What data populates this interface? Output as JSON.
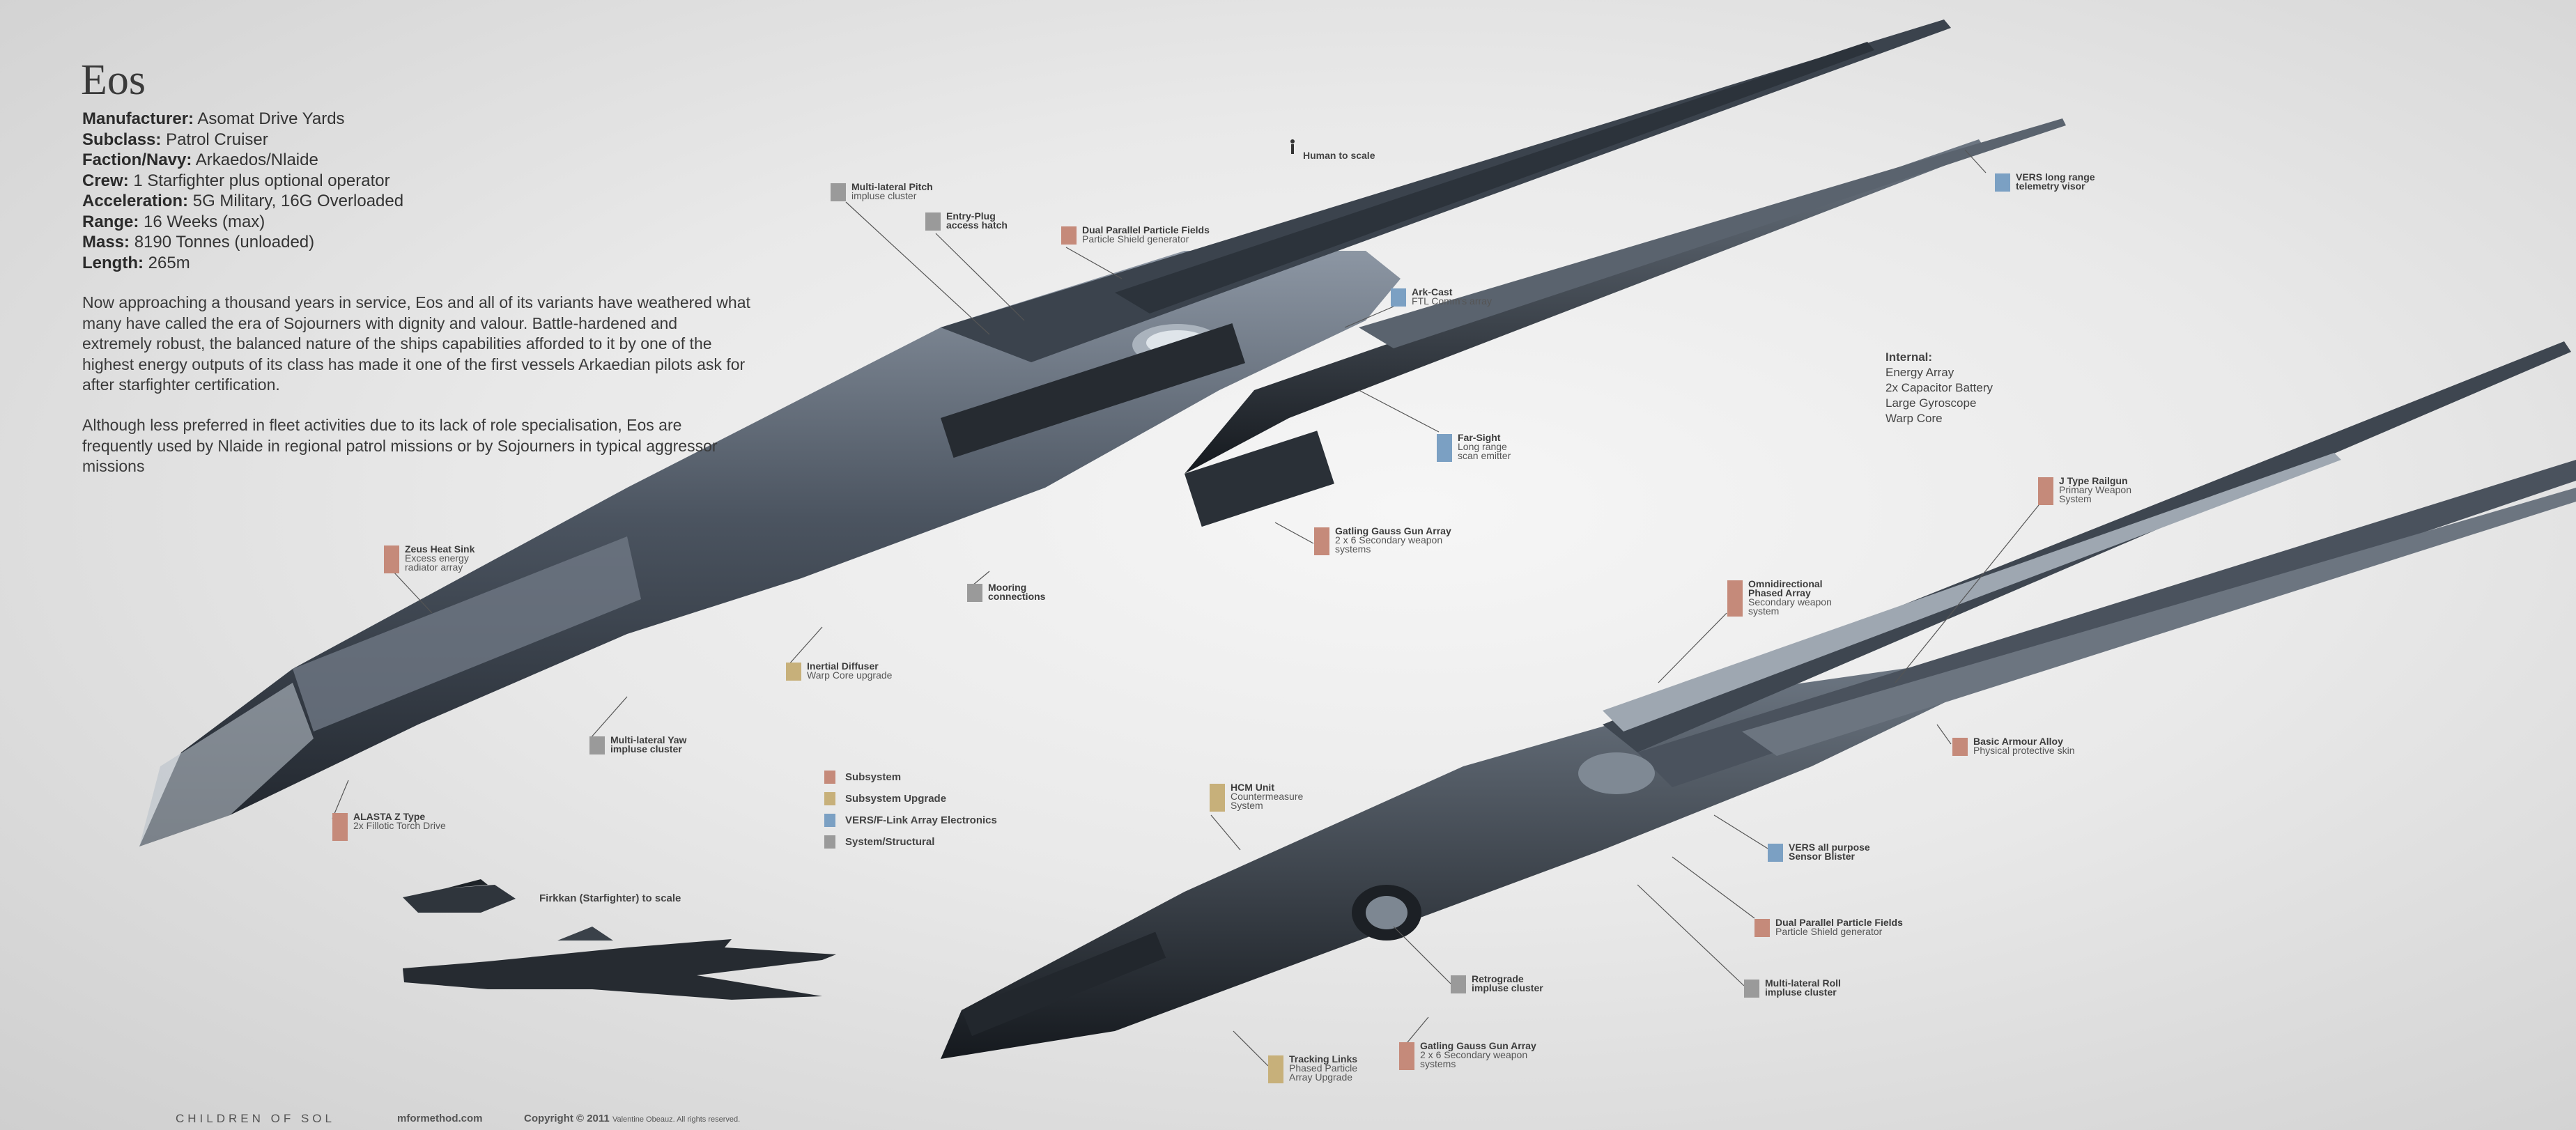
{
  "title": "Eos",
  "specs": [
    {
      "label": "Manufacturer:",
      "value": "Asomat Drive Yards"
    },
    {
      "label": "Subclass:",
      "value": "Patrol Cruiser"
    },
    {
      "label": "Faction/Navy:",
      "value": "Arkaedos/Nlaide"
    },
    {
      "label": "Crew:",
      "value": "1 Starfighter plus optional operator"
    },
    {
      "label": "Acceleration:",
      "value": "5G Military, 16G Overloaded"
    },
    {
      "label": "Range:",
      "value": "16 Weeks (max)"
    },
    {
      "label": "Mass:",
      "value": "8190 Tonnes (unloaded)"
    },
    {
      "label": "Length:",
      "value": "265m"
    }
  ],
  "paragraphs": [
    "Now approaching a thousand years in service, Eos and all of its variants have weathered what many have called the era of Sojourners with dignity and valour. Battle-hardened and extremely robust, the balanced nature of the ships capabilities afforded to it by one of the highest energy outputs of its class has made it one of the first vessels Arkaedian pilots ask for after starfighter certification.",
    "Although less preferred in fleet activities due to its lack of role specialisation, Eos are frequently used by Nlaide in regional patrol missions or by Sojourners in typical aggressor missions"
  ],
  "internal": {
    "title": "Internal:",
    "items": [
      "Energy Array",
      "2x Capacitor Battery",
      "Large Gyroscope",
      "Warp Core"
    ]
  },
  "legend": [
    {
      "label": "Subsystem",
      "color": "#c58a7a"
    },
    {
      "label": "Subsystem Upgrade",
      "color": "#c7b07a"
    },
    {
      "label": "VERS/F-Link Array Electronics",
      "color": "#7ba0c3"
    },
    {
      "label": "System/Structural",
      "color": "#9a9a9a"
    }
  ],
  "callouts": {
    "multi_pitch": {
      "title": "Multi-lateral Pitch",
      "sub": "impluse cluster"
    },
    "entry_plug": {
      "title": "Entry-Plug",
      "sub": "access hatch"
    },
    "dual_parallel_top": {
      "title": "Dual Parallel Particle Fields",
      "sub": "Particle Shield generator"
    },
    "human": "Human to scale",
    "vers_long": {
      "title": "VERS long range",
      "sub": "telemetry visor"
    },
    "ark_cast": {
      "title": "Ark-Cast",
      "sub": "FTL Comm's array"
    },
    "far_sight": {
      "title": "Far-Sight",
      "sub": "Long range",
      "sub2": "scan emitter"
    },
    "gatling_top": {
      "title": "Gatling Gauss Gun Array",
      "sub": "2 x 6 Secondary weapon",
      "sub2": "systems"
    },
    "mooring": {
      "title": "Mooring",
      "sub": "connections"
    },
    "zeus": {
      "title": "Zeus Heat Sink",
      "sub": "Excess energy",
      "sub2": "radiator array"
    },
    "inertial": {
      "title": "Inertial Diffuser",
      "sub": "Warp Core upgrade"
    },
    "multi_yaw": {
      "title": "Multi-lateral Yaw",
      "sub": "impluse cluster"
    },
    "alasta": {
      "title": "ALASTA Z Type",
      "sub": "2x Fillotic Torch Drive"
    },
    "j_type": {
      "title": "J Type Railgun",
      "sub": "Primary Weapon",
      "sub2": "System"
    },
    "omni": {
      "title": "Omnidirectional",
      "title2": "Phased Array",
      "sub": "Secondary weapon",
      "sub2": "system"
    },
    "basic_armour": {
      "title": "Basic Armour Alloy",
      "sub": "Physical protective skin"
    },
    "hcm": {
      "title": "HCM Unit",
      "sub": "Countermeasure",
      "sub2": "System"
    },
    "vers_all": {
      "title": "VERS all purpose",
      "sub": "Sensor Blister"
    },
    "dual_parallel_bottom": {
      "title": "Dual Parallel Particle Fields",
      "sub": "Particle Shield generator"
    },
    "retrograde": {
      "title": "Retrograde",
      "sub": "impluse cluster"
    },
    "multi_roll": {
      "title": "Multi-lateral Roll",
      "sub": "impluse cluster"
    },
    "tracking": {
      "title": "Tracking Links",
      "sub": "Phased Particle",
      "sub2": "Array Upgrade"
    },
    "gatling_bottom": {
      "title": "Gatling Gauss Gun Array",
      "sub": "2 x 6 Secondary weapon",
      "sub2": "systems"
    }
  },
  "scale_label": "Firkkan (Starfighter) to scale",
  "footer": {
    "brand": "CHILDREN OF SOL",
    "site": "mformethod.com",
    "copyright": "Copyright © 2011",
    "rights": "Valentine Obeauz. All rights reserved."
  }
}
